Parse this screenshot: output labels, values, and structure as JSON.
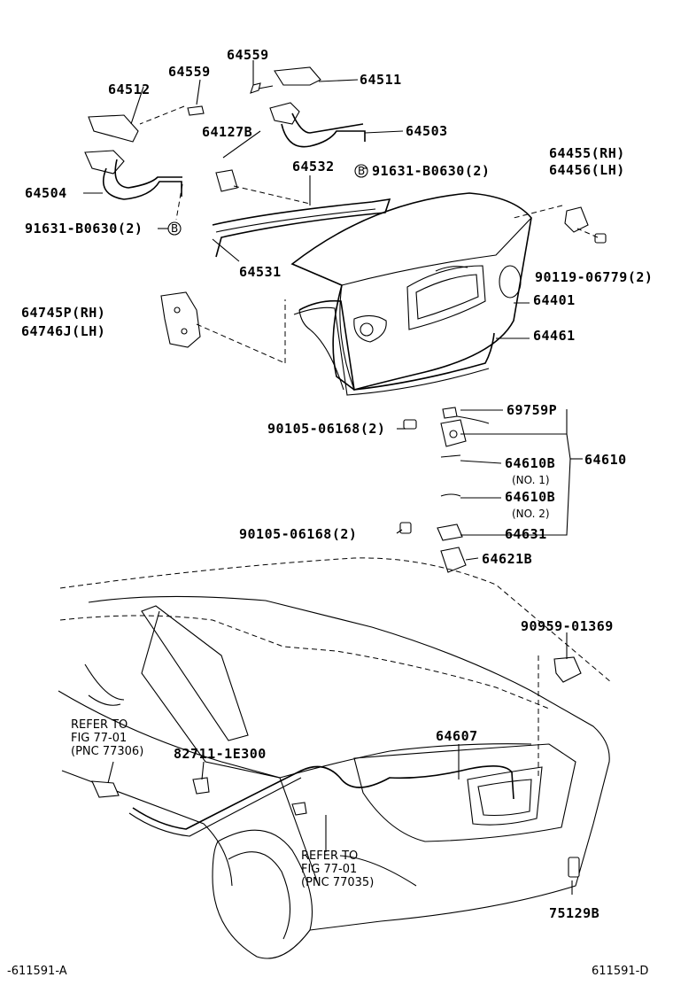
{
  "labels": {
    "p64559a": "64559",
    "p64559b": "64559",
    "p64512": "64512",
    "p64511": "64511",
    "p64127b": "64127B",
    "p64503": "64503",
    "p64532": "64532",
    "p91631a": "91631-B0630(2)",
    "p64504": "64504",
    "p91631b": "91631-B0630(2)",
    "p64531": "64531",
    "p64455": "64455(RH)",
    "p64456": "64456(LH)",
    "p90119": "90119-06779(2)",
    "p64401": "64401",
    "p64745": "64745P(RH)",
    "p64746": "64746J(LH)",
    "p64461": "64461",
    "p69759": "69759P",
    "p90105a": "90105-06168(2)",
    "p64610b1": "64610B",
    "p64610b1n": "(NO. 1)",
    "p64610": "64610",
    "p64610b2": "64610B",
    "p64610b2n": "(NO. 2)",
    "p90105b": "90105-06168(2)",
    "p64631": "64631",
    "p64621b": "64621B",
    "p90959": "90959-01369",
    "p64607": "64607",
    "p82711": "82711-1E300",
    "p75129b": "75129B",
    "ref1_line1": "REFER TO",
    "ref1_line2": "FIG 77-01",
    "ref1_line3": "(PNC 77306)",
    "ref2_line1": "REFER TO",
    "ref2_line2": "FIG 77-01",
    "ref2_line3": "(PNC 77035)",
    "bolt_mark": "B",
    "footer_left": "-611591-A",
    "footer_right": "611591-D"
  }
}
